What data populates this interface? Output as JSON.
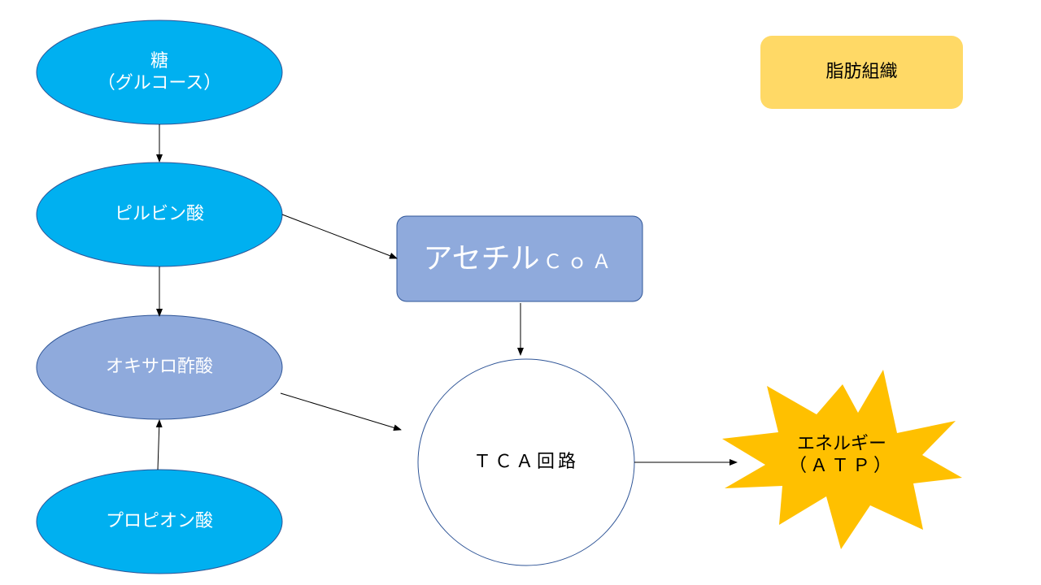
{
  "nodes": {
    "sugar": {
      "line1": "糖",
      "line2": "（グルコース）"
    },
    "pyruvate": {
      "label": "ピルビン酸"
    },
    "oxaloacetate": {
      "label": "オキサロ酢酸"
    },
    "propionate": {
      "label": "プロピオン酸"
    },
    "acetyl_coa": {
      "main": "アセチル",
      "suffix": "ＣｏＡ"
    },
    "tca": {
      "label": "ＴＣＡ回路"
    },
    "energy": {
      "line1": "エネルギー",
      "line2": "（ＡＴＰ）"
    },
    "adipose": {
      "label": "脂肪組織"
    }
  },
  "colors": {
    "cyan": "#00b0f0",
    "periwinkle": "#8faadc",
    "gold": "#ffc000",
    "pale_gold": "#ffd966",
    "outline": "#2f5597"
  }
}
